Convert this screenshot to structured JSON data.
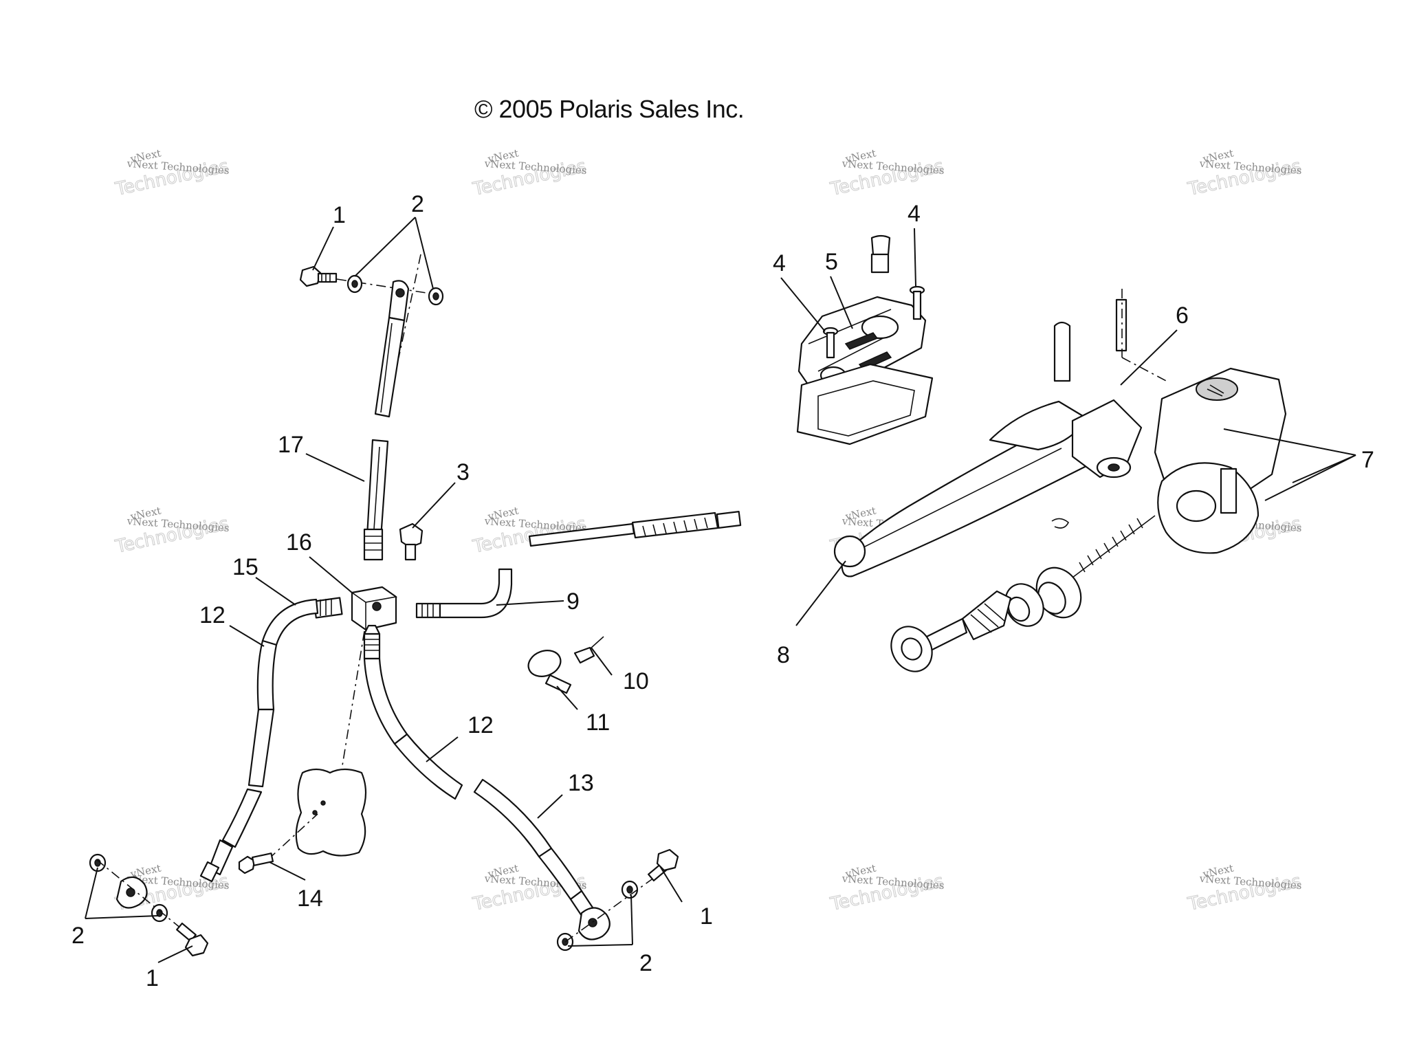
{
  "copyright": "© 2005 Polaris Sales Inc.",
  "watermark": {
    "line1": "vNext Technologies",
    "line2": "Technologies",
    "line3": "vNext"
  },
  "callouts": {
    "top_bolt": "1",
    "top_washers": "2",
    "cap_screw_left": "4",
    "reservoir_cover": "5",
    "cap_screw_right": "4",
    "reservoir_pin": "6",
    "clamp_screws": "7",
    "brake_lever": "8",
    "hose_9": "9",
    "clip_10": "10",
    "clamp_11": "11",
    "left_brake_hose": "12",
    "right_brake_hose": "12",
    "right_hose_13": "13",
    "mount_bolt": "14",
    "left_hose_15": "15",
    "junction_block": "16",
    "upper_hose": "17",
    "bleeder_3": "3",
    "left_bottom_washers": "2",
    "left_bottom_bolt": "1",
    "right_bottom_bolt": "1",
    "right_bottom_washers": "2"
  }
}
